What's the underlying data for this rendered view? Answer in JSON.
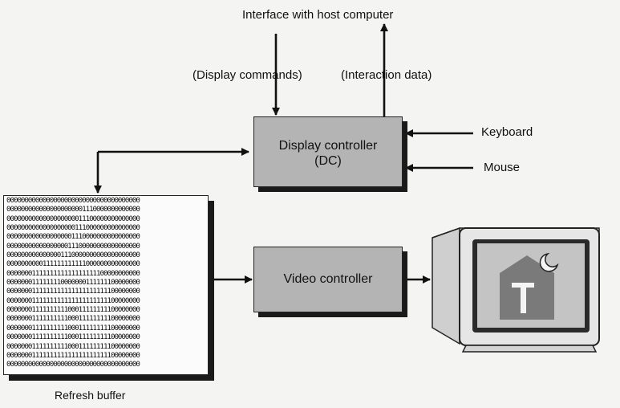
{
  "labels": {
    "host_interface": "Interface with host computer",
    "display_commands": "(Display commands)",
    "interaction_data": "(Interaction data)",
    "keyboard": "Keyboard",
    "mouse": "Mouse",
    "refresh_buffer": "Refresh buffer"
  },
  "boxes": {
    "display_controller_line1": "Display controller",
    "display_controller_line2": "(DC)",
    "video_controller": "Video controller"
  },
  "refresh_buffer_bits": [
    "0000000000000000000000000000000000000",
    "0000000000000000000001110000000000000",
    "0000000000000000000011100000000000000",
    "0000000000000000000111000000000000000",
    "0000000000000000001110000000000000000",
    "0000000000000000011100000000000000000",
    "0000000000000001110000000000000000000",
    "0000000000111111111111000000000000000",
    "0000000111111111111111111100000000000",
    "0000000111111110000000111111100000000",
    "0000000111111111111111111111100000000",
    "0000000111111111111111111111100000000",
    "0000000111111111100011111111100000000",
    "0000000111111111100011111111100000000",
    "0000000111111111100011111111100000000",
    "0000000111111111100011111111100000000",
    "0000000111111111100011111111100000000",
    "0000000111111111111111111111100000000",
    "0000000000000000000000000000000000000"
  ],
  "colors": {
    "box_fill": "#b4b4b4",
    "shadow": "#1a1a1a",
    "monitor_body": "#e6e6e6",
    "screen_fill": "#c4c4c4",
    "house_fill": "#7a7a7a"
  },
  "icons": [
    "monitor-icon",
    "house-icon",
    "moon-icon"
  ]
}
